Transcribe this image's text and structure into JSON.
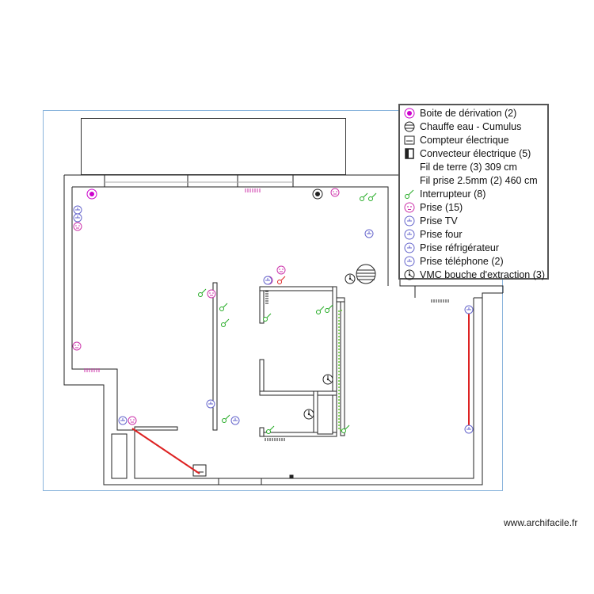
{
  "legend": {
    "items": [
      {
        "label": "Boite de dérivation (2)",
        "icon": "junction-box-icon",
        "color": "#cc00cc"
      },
      {
        "label": "Chauffe eau - Cumulus",
        "icon": "water-heater-icon",
        "color": "#222222"
      },
      {
        "label": "Compteur électrique",
        "icon": "electric-meter-icon",
        "color": "#222222"
      },
      {
        "label": "Convecteur électrique (5)",
        "icon": "convector-heater-icon",
        "color": "#222222"
      },
      {
        "label": "Fil de terre (3) 309 cm",
        "icon": "none",
        "color": "#66cc33"
      },
      {
        "label": "Fil prise 2.5mm (2) 460 cm",
        "icon": "none",
        "color": "#dd2222"
      },
      {
        "label": "Interrupteur (8)",
        "icon": "switch-icon",
        "color": "#22aa22"
      },
      {
        "label": "Prise (15)",
        "icon": "outlet-icon",
        "color": "#cc33aa"
      },
      {
        "label": "Prise TV",
        "icon": "tv-outlet-icon",
        "color": "#6666cc"
      },
      {
        "label": "Prise four",
        "icon": "oven-outlet-icon",
        "color": "#6666cc"
      },
      {
        "label": "Prise réfrigérateur",
        "icon": "fridge-outlet-icon",
        "color": "#6666cc"
      },
      {
        "label": "Prise téléphone (2)",
        "icon": "phone-outlet-icon",
        "color": "#6666cc"
      },
      {
        "label": "VMC bouche d'extraction (3)",
        "icon": "vmc-vent-icon",
        "color": "#222222"
      }
    ]
  },
  "watermark": "www.archifacile.fr",
  "colors": {
    "frame": "#8ab4dc",
    "wall": "#222222",
    "outlet": "#cc33aa",
    "special_outlet": "#6666cc",
    "switch": "#22aa22",
    "junction": "#cc00cc",
    "ground_wire": "#66cc33",
    "outlet_wire": "#dd2222"
  }
}
